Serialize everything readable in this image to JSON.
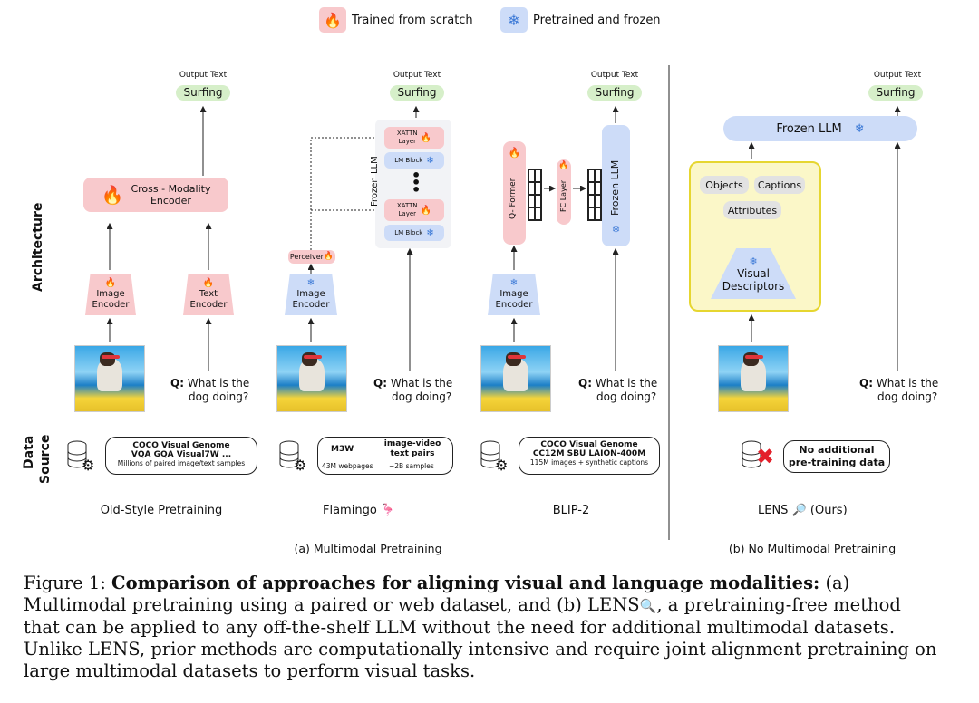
{
  "legend": {
    "trained": "Trained from scratch",
    "frozen": "Pretrained and frozen"
  },
  "row_labels": {
    "architecture": "Architecture",
    "data_source_1": "Data",
    "data_source_2": "Source"
  },
  "common": {
    "output_text": "Output Text",
    "surfing": "Surfing",
    "q_prefix": "Q:",
    "q_line1": "What is the",
    "q_line2": "dog doing?"
  },
  "oldstyle": {
    "cross_modality": "Cross - Modality\nEncoder",
    "image_encoder": "Image\nEncoder",
    "text_encoder": "Text\nEncoder",
    "data_line1": "COCO   Visual Genome",
    "data_line2": "VQA   GQA   Visual7W ...",
    "data_line3": "Millions of paired image/text samples",
    "title": "Old-Style Pretraining"
  },
  "flamingo": {
    "frozen_llm": "Frozen LLM",
    "xattn": "XATTN\nLayer",
    "lm_block": "LM Block",
    "perceiver": "Perceiver",
    "image_encoder": "Image\nEncoder",
    "data_a": "M3W",
    "data_a_sub": "43M webpages",
    "data_b": "image-video\ntext pairs",
    "data_b_sub": "~2B samples",
    "title": "Flamingo"
  },
  "blip2": {
    "qformer": "Q- Former",
    "fc_layer": "FC Layer",
    "frozen_llm": "Frozen LLM",
    "image_encoder": "Image\nEncoder",
    "data_line1": "COCO   Visual Genome",
    "data_line2": "CC12M  SBU   LAION-400M",
    "data_line3": "115M images + synthetic captions",
    "title": "BLIP-2"
  },
  "lens": {
    "frozen_llm": "Frozen LLM",
    "objects": "Objects",
    "captions": "Captions",
    "attributes": "Attributes",
    "visual_descriptors": "Visual\nDescriptors",
    "data_text": "No additional\npre-training data",
    "title": "LENS",
    "title_suffix": "(Ours)"
  },
  "subcaptions": {
    "a": "(a) Multimodal Pretraining",
    "b": "(b) No Multimodal Pretraining"
  },
  "caption": {
    "prefix": "Figure 1: ",
    "bold": "Comparison of approaches for aligning visual and language modalities:",
    "rest1": " (a) Multimodal pretraining using a paired or web dataset, and (b) LENS",
    "rest2": ", a pretraining-free method that can be applied to any off-the-shelf LLM without the need for additional multimodal datasets. Unlike LENS, prior methods are computationally intensive and require joint alignment pretraining on large multimodal datasets to perform visual tasks."
  },
  "icons": [
    "flame-icon",
    "snowflake-icon",
    "database-icon",
    "gear-icon",
    "magnifier-icon",
    "flamingo-icon",
    "red-x-icon"
  ],
  "colors": {
    "trained": "#f8c9cc",
    "frozen": "#cddcf8",
    "output": "#d6efc9",
    "lens_box": "#fbf7c8",
    "lens_border": "#e6d630"
  }
}
